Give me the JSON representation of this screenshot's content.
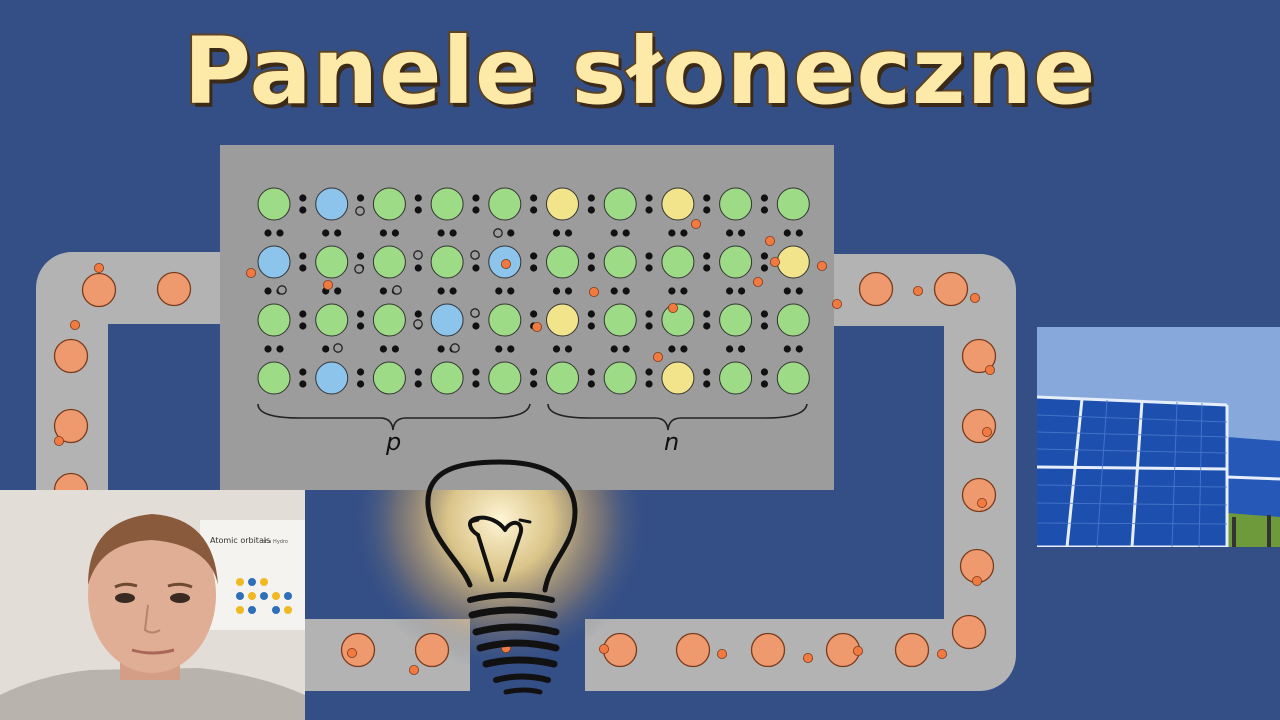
{
  "title": "Panele słoneczne",
  "diagram": {
    "label_p": "p",
    "label_n": "n"
  },
  "webcam": {
    "poster_title": "Atomic orbitals",
    "poster_subtitle": "of a Hydro"
  },
  "colors": {
    "background": "#344f86",
    "title_fill": "#fdeaa8",
    "wire": "#b3b3b3",
    "panel_bg": "#9c9c9c",
    "silicon": "#9edb86",
    "boron": "#8cc4ec",
    "phosphorus": "#f2e48a",
    "electron": "#ee9a6e"
  }
}
